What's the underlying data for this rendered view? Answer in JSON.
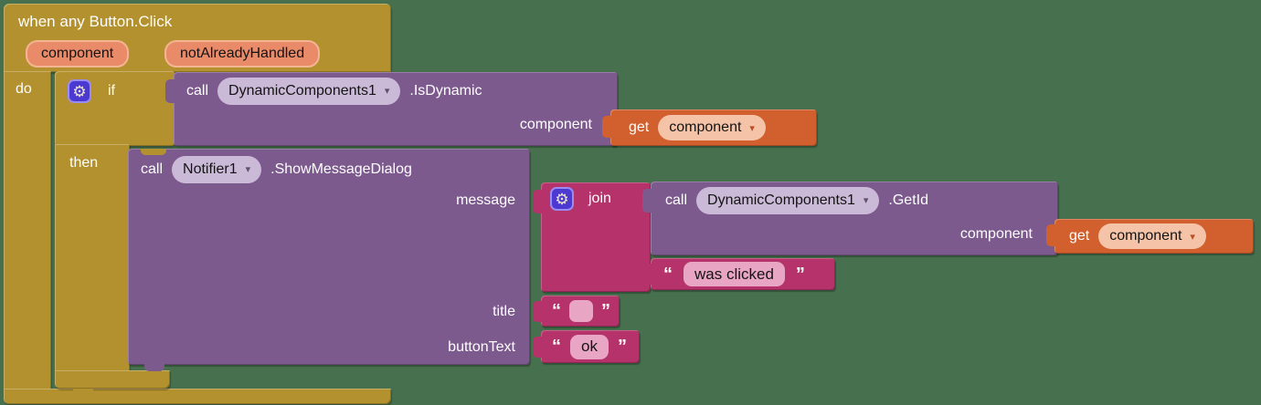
{
  "colors": {
    "canvas_bg": "#47704e",
    "control_gold": "#b3912e",
    "component_purple": "#7d5a8e",
    "text_magenta": "#b5336a",
    "variable_orange": "#d2602e",
    "param_pill_salmon": "#e98a68",
    "dropdown_pill_lavender": "#cbb9d8",
    "dropdown_pill_peach": "#f5c3a7",
    "string_field_pink": "#e9a6c4",
    "mutator_gear_blue": "#4c39d2"
  },
  "icons": {
    "gear": "⚙",
    "dropdown_arrow": "▾"
  },
  "when_block": {
    "title": "when any Button.Click",
    "params": [
      {
        "label": "component"
      },
      {
        "label": "notAlreadyHandled"
      }
    ],
    "do_label": "do"
  },
  "if_block": {
    "if_label": "if",
    "then_label": "then"
  },
  "is_dynamic_call": {
    "call_label": "call",
    "component_dropdown": "DynamicComponents1",
    "method_label": ".IsDynamic",
    "arg_label": "component"
  },
  "get_component_1": {
    "get_label": "get",
    "variable_dropdown": "component"
  },
  "notifier_call": {
    "call_label": "call",
    "component_dropdown": "Notifier1",
    "method_label": ".ShowMessageDialog",
    "arg_labels": {
      "message": "message",
      "title": "title",
      "button_text": "buttonText"
    }
  },
  "join_block": {
    "label": "join"
  },
  "get_id_call": {
    "call_label": "call",
    "component_dropdown": "DynamicComponents1",
    "method_label": ".GetId",
    "arg_label": "component"
  },
  "get_component_2": {
    "get_label": "get",
    "variable_dropdown": "component"
  },
  "string_was_clicked": {
    "open_quote": "“",
    "value": "was clicked",
    "close_quote": "”"
  },
  "string_title": {
    "open_quote": "“",
    "value": "",
    "close_quote": "”"
  },
  "string_button_text": {
    "open_quote": "“",
    "value": "ok",
    "close_quote": "”"
  }
}
